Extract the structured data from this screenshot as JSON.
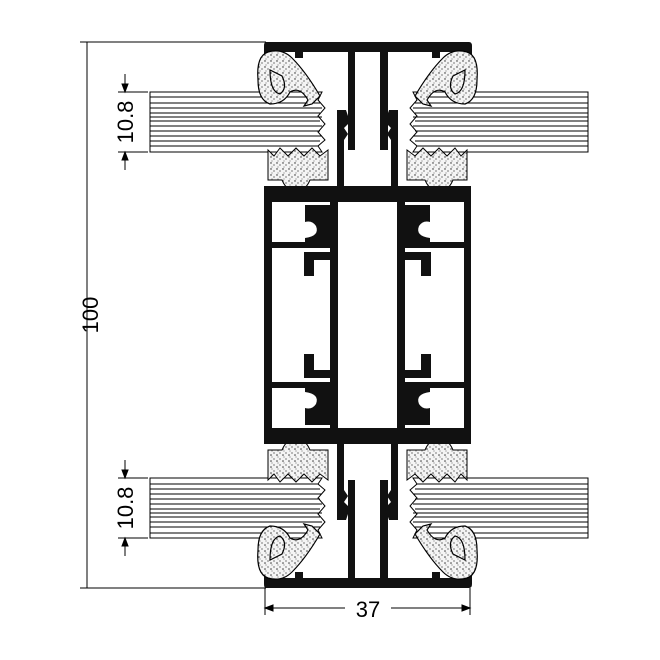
{
  "drawing": {
    "title": "Mullion section detail",
    "dimensions": {
      "overall_height": "100",
      "glass_top_thickness": "10.8",
      "glass_bottom_thickness": "10.8",
      "profile_width": "37"
    },
    "colors": {
      "line": "#000000",
      "background": "#ffffff",
      "gasket": "#f2f2f2"
    }
  }
}
